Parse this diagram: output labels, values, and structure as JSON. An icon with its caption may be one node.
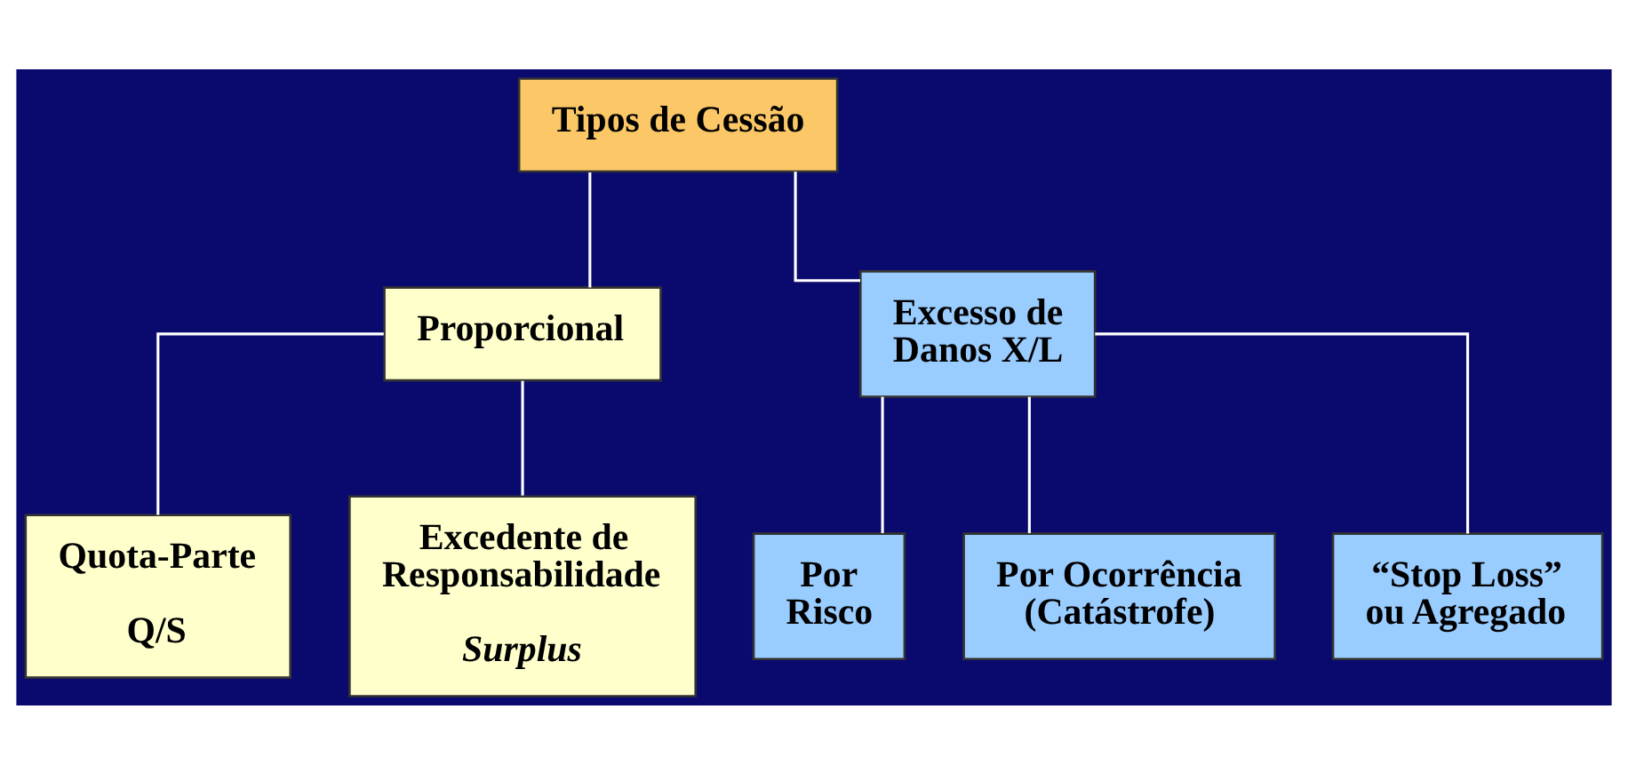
{
  "diagram": {
    "nodes": [
      {
        "text": [
          "Tipos de Cessão"
        ]
      },
      {
        "text": [
          "Proporcional"
        ]
      },
      {
        "text": [
          "Excesso de Danos X/L"
        ]
      },
      {
        "text": [
          "Quota-Parte",
          "Q/S"
        ]
      },
      {
        "text": [
          "Excedente de Responsabilidade",
          "Surplus"
        ]
      },
      {
        "text": [
          "Por Risco"
        ]
      },
      {
        "text": [
          "Por Ocorrência (Catástrofe)"
        ]
      },
      {
        "text": [
          "“Stop Loss” ou Agregado"
        ]
      }
    ],
    "edges": [
      {
        "from": 0,
        "to": 1,
        "arrow": "none"
      },
      {
        "from": 0,
        "to": 2,
        "arrow": "none"
      },
      {
        "from": 1,
        "to": 3,
        "arrow": "none"
      },
      {
        "from": 1,
        "to": 4,
        "arrow": "none"
      },
      {
        "from": 2,
        "to": 5,
        "arrow": "none"
      },
      {
        "from": 2,
        "to": 6,
        "arrow": "none"
      },
      {
        "from": 2,
        "to": 7,
        "arrow": "none"
      }
    ]
  }
}
